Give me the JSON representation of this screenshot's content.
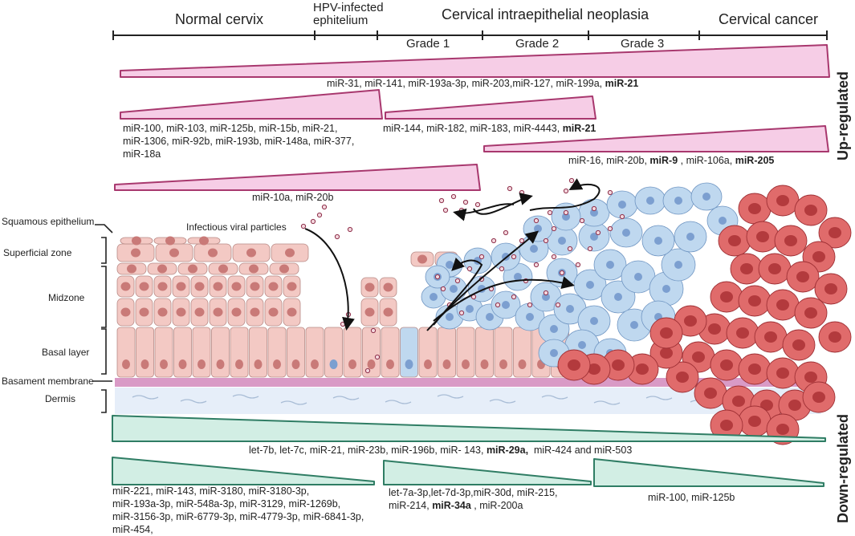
{
  "stages": {
    "normal": "Normal cervix",
    "hpv": "HPV-infected\nephitelium",
    "cin": "Cervical intraepithelial neoplasia",
    "cancer": "Cervical cancer",
    "grade1": "Grade 1",
    "grade2": "Grade 2",
    "grade3": "Grade 3"
  },
  "side_labels": {
    "up": "Up-regulated",
    "down": "Down-regulated"
  },
  "up": {
    "row1": "miR-31, miR-141, miR-193a-3p, miR-203,miR-127, miR-199a, ",
    "row1_bold": "miR-21",
    "row2a": "miR-100, miR-103, miR-125b, miR-15b, miR-21,\nmiR-1306, miR-92b, miR-193b, miR-148a, miR-377,\nmiR-18a",
    "row2b": "miR-144, miR-182, miR-183, miR-4443, ",
    "row2b_bold": "miR-21",
    "row3": "miR-16, miR-20b, ",
    "row3_bold1": "miR-9",
    "row3_mid": " , miR-106a, ",
    "row3_bold2": "miR-205",
    "row4": "miR-10a, miR-20b"
  },
  "down": {
    "row1a": "let-7b, let-7c, miR-21, miR-23b, miR-196b, miR- 143, ",
    "row1_bold": "miR-29a,",
    "row1b": "  miR-424 and miR-503",
    "row2a": "miR-221, miR-143, miR-3180, miR-3180-3p,\nmiR-193a-3p, miR-548a-3p, miR-3129, miR-1269b,\nmiR-3156-3p, miR-6779-3p, miR-4779-3p, miR-6841-3p,\nmiR-454,",
    "row2b_l1": "let-7a-3p,let-7d-3p,miR-30d, miR-215,",
    "row2b_l2": "miR-214, ",
    "row2b_bold": "miR-34a",
    "row2b_l2b": " , miR-200a",
    "row2c": "miR-100, miR-125b"
  },
  "layers": {
    "squamous": "Squamous epithelium",
    "superficial": "Superficial zone",
    "midzone": "Midzone",
    "basal": "Basal layer",
    "basement": "Basament membrane",
    "dermis": "Dermis",
    "viral": "Infectious viral particles"
  },
  "colors": {
    "up_fill": "#f6cde6",
    "up_stroke": "#a8386e",
    "down_fill": "#d2eee4",
    "down_stroke": "#2f7d64",
    "normal_cell": "#f3c9c4",
    "normal_nucleus": "#c97a78",
    "cin_cell": "#bfd8ef",
    "cin_nucleus": "#7c9fd0",
    "cancer_cell": "#e06b6b",
    "cancer_nucleus": "#b33a3d",
    "membrane": "#d99ac6",
    "dermis": "#e6eef9"
  }
}
